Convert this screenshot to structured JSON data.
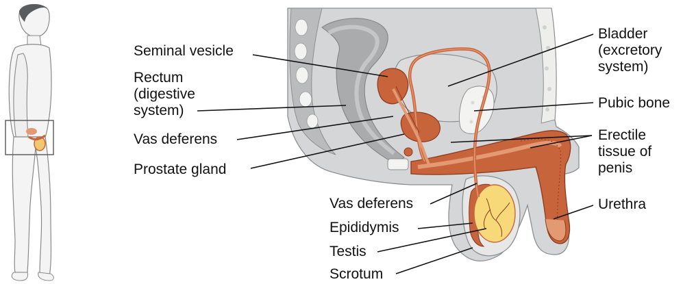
{
  "labels": {
    "seminal_vesicle": "Seminal vesicle",
    "rectum": "Rectum\n(digestive\nsystem)",
    "vas_deferens_upper": "Vas deferens",
    "prostate_gland": "Prostate gland",
    "bladder": "Bladder\n(excretory\nsystem)",
    "pubic_bone": "Pubic bone",
    "erectile_tissue": "Erectile\ntissue of\npenis",
    "urethra": "Urethra",
    "vas_deferens_lower": "Vas deferens",
    "epididymis": "Epididymis",
    "testis": "Testis",
    "scrotum": "Scrotum"
  },
  "colors": {
    "tissue_gray": "#d5d6d7",
    "tissue_gray_dark": "#b9bbbd",
    "bone_white": "#f3f3f1",
    "organ_rust": "#c8643c",
    "organ_light": "#e39a72",
    "testis_yellow": "#f7d97a",
    "bladder_gray": "#dcdcdc",
    "leader_line": "#111111"
  }
}
